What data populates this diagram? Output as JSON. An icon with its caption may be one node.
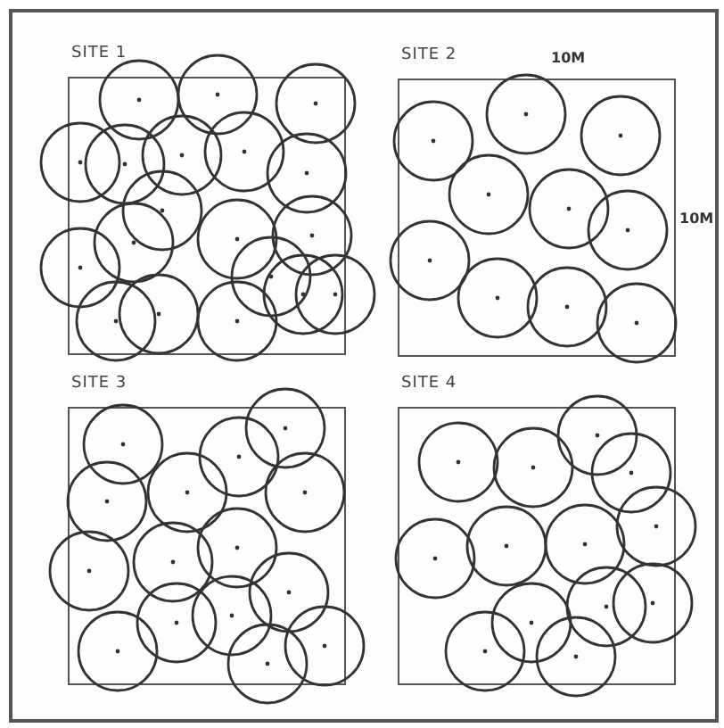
{
  "diagram": {
    "nodes": [
      {
        "text": [
          "SITE 1"
        ]
      },
      {
        "text": [
          "SITE 2"
        ]
      },
      {
        "text": [
          "SITE 3"
        ]
      },
      {
        "text": [
          "SITE 4"
        ]
      }
    ],
    "labels": [
      "10M",
      "10M"
    ]
  }
}
